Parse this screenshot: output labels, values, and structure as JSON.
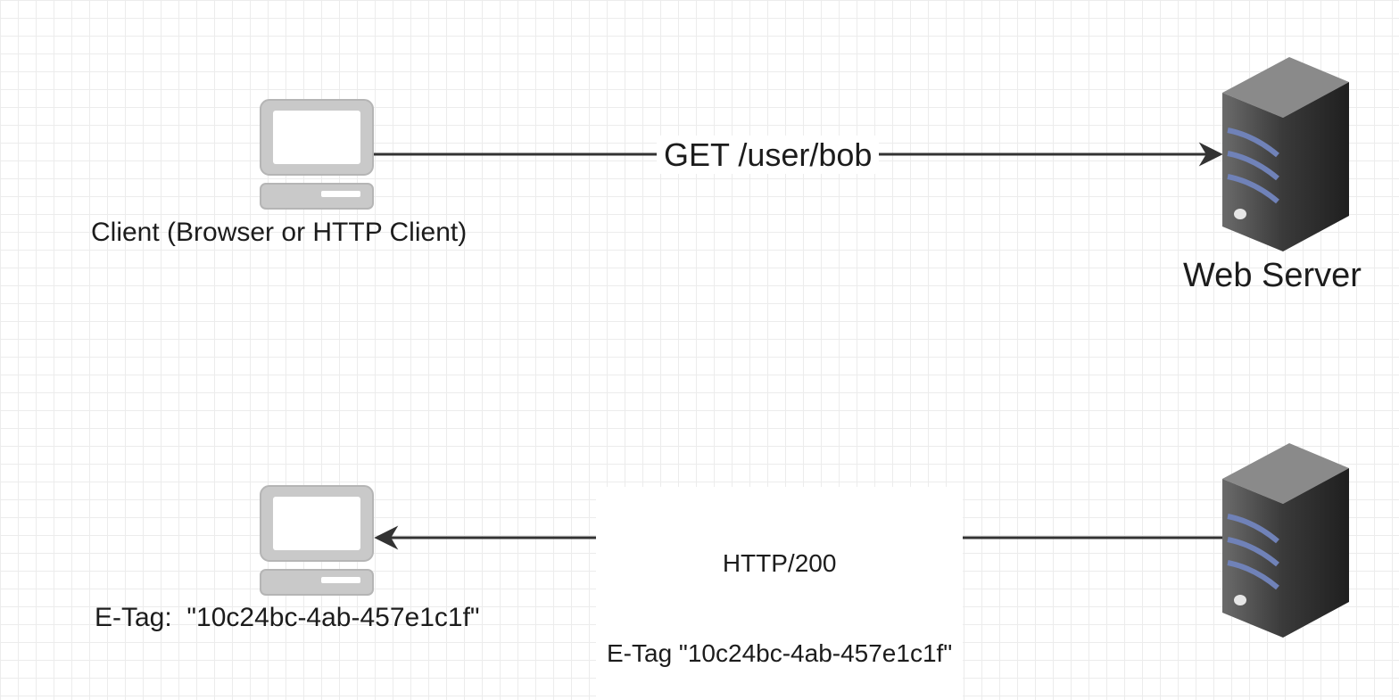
{
  "diagram": {
    "request": {
      "client_label": "Client (Browser or HTTP Client)",
      "server_label": "Web Server",
      "edge_label": "GET /user/bob"
    },
    "response": {
      "client_label": "E-Tag:  \"10c24bc-4ab-457e1c1f\"",
      "edge_label_line1": "HTTP/200",
      "edge_label_line2": "E-Tag \"10c24bc-4ab-457e1c1f\""
    }
  },
  "colors": {
    "grid": "#ececec",
    "line": "#333333",
    "computer": "#c8c8c8",
    "server_front": "#4a4a4a",
    "server_side": "#2e2e2e",
    "server_top": "#8a8a8a",
    "server_stripe": "#6a7fb0"
  }
}
